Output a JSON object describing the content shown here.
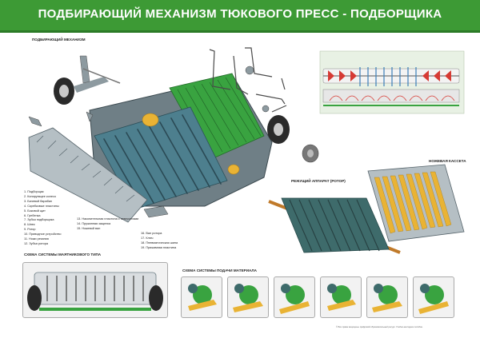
{
  "header": {
    "title": "ПОДБИРАЮЩИЙ МЕХАНИЗМ ТЮКОВОГО ПРЕСС - ПОДБОРЩИКА"
  },
  "captions": {
    "main": "ПОДБИРАЮЩИЙ МЕХАНИЗМ",
    "rotor": "РЕЖУЩИЙ АППАРАТ (РОТОР)",
    "cassette": "НОЖЕВАЯ КАССЕТА",
    "pickup_scheme": "СХЕМА СИСТЕМЫ МАЯТНИКОВОГО ТИПА",
    "feed_scheme": "СХЕМА СИСТЕМЫ ПОДАЧИ МАТЕРИАЛА"
  },
  "legend_col1": [
    "1. Подборщик",
    "2. Копирующее колесо",
    "3. Бичевой барабан",
    "4. Скребковые пластины",
    "5. Боковой щит",
    "6. Гребенка",
    "7. Зубья подборщика",
    "8. Шнек",
    "9. Ротор",
    "10. Приводное устройство",
    "11. Ножи резания",
    "12. Зубья ротора"
  ],
  "legend_col2": [
    "13. Накопительная пластина с отверстиями",
    "14. Пружинная защелка",
    "15. Ножевой вал",
    "16. Вал ротора",
    "17. Ключ",
    "18. Пневматическая шина",
    "19. Прижимная пластина"
  ],
  "colors": {
    "header": "#3d9a35",
    "rotor": "#3e6b6b",
    "pickup_green": "#39a340",
    "cassette_yellow": "#e9b334",
    "auger_red": "#d63a34",
    "frame_grey": "#6f7f86"
  },
  "footer": "© Все права защищены. Цифровой образовательный ресурс. Учебно-наглядное пособие."
}
